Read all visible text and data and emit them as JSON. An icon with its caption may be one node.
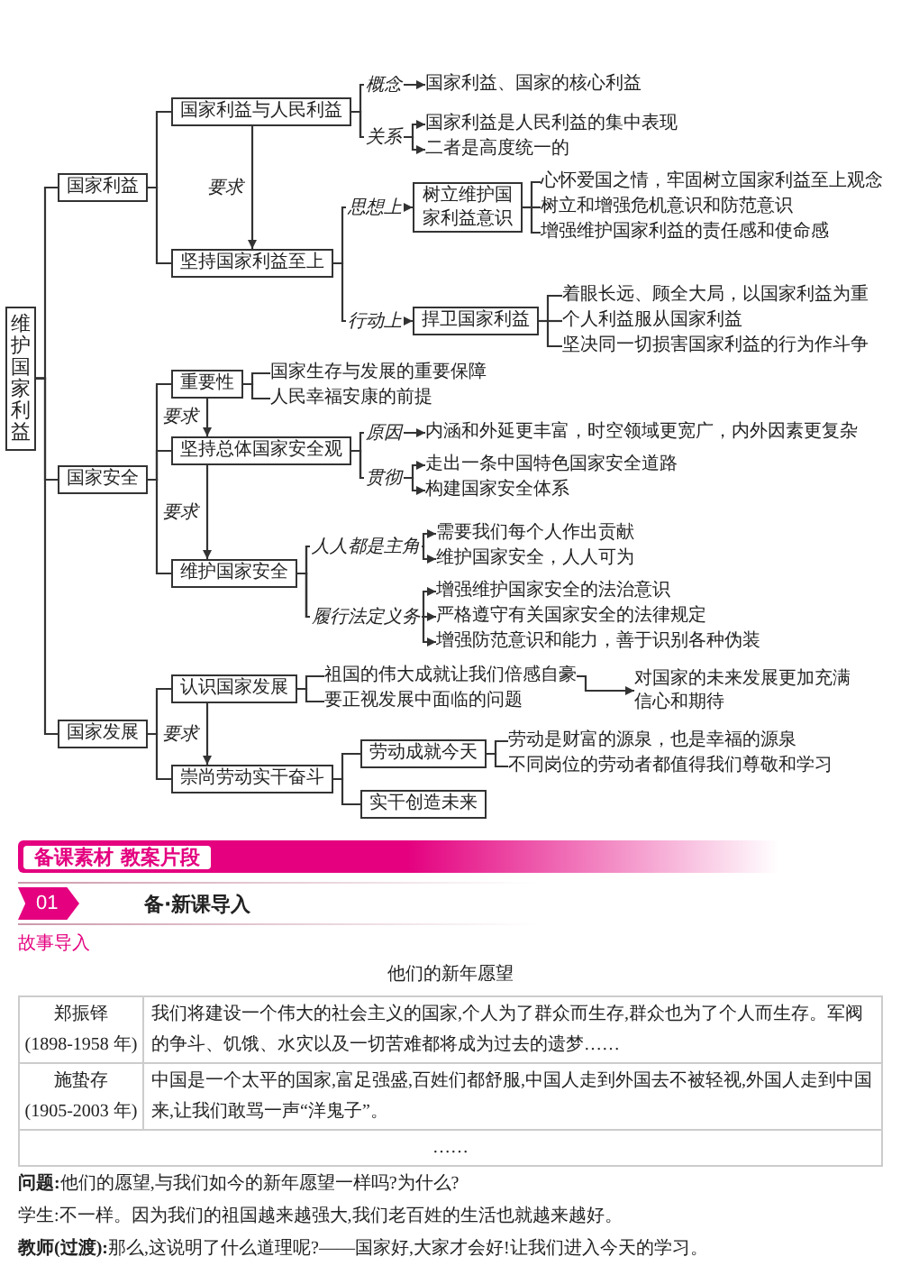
{
  "diagram": {
    "nodes": [
      {
        "text": [
          "维护国家利益"
        ]
      },
      {
        "text": [
          "国家利益"
        ]
      },
      {
        "text": [
          "国家利益与人民利益"
        ]
      },
      {
        "text": [
          "国家利益、国家的核心利益"
        ]
      },
      {
        "text": [
          "国家利益是人民利益的集中表现"
        ]
      },
      {
        "text": [
          "二者是高度统一的"
        ]
      },
      {
        "text": [
          "坚持国家利益至上"
        ]
      },
      {
        "text": [
          "树立维护国家利益意识"
        ]
      },
      {
        "text": [
          "心怀爱国之情，牢固树立国家利益至上观念"
        ]
      },
      {
        "text": [
          "树立和增强危机意识和防范意识"
        ]
      },
      {
        "text": [
          "增强维护国家利益的责任感和使命感"
        ]
      },
      {
        "text": [
          "捍卫国家利益"
        ]
      },
      {
        "text": [
          "着眼长远、顾全大局，以国家利益为重"
        ]
      },
      {
        "text": [
          "个人利益服从国家利益"
        ]
      },
      {
        "text": [
          "坚决同一切损害国家利益的行为作斗争"
        ]
      },
      {
        "text": [
          "国家安全"
        ]
      },
      {
        "text": [
          "重要性"
        ]
      },
      {
        "text": [
          "国家生存与发展的重要保障"
        ]
      },
      {
        "text": [
          "人民幸福安康的前提"
        ]
      },
      {
        "text": [
          "坚持总体国家安全观"
        ]
      },
      {
        "text": [
          "内涵和外延更丰富，时空领域更宽广，内外因素更复杂"
        ]
      },
      {
        "text": [
          "走出一条中国特色国家安全道路"
        ]
      },
      {
        "text": [
          "构建国家安全体系"
        ]
      },
      {
        "text": [
          "维护国家安全"
        ]
      },
      {
        "text": [
          "需要我们每个人作出贡献"
        ]
      },
      {
        "text": [
          "维护国家安全，人人可为"
        ]
      },
      {
        "text": [
          "增强维护国家安全的法治意识"
        ]
      },
      {
        "text": [
          "严格遵守有关国家安全的法律规定"
        ]
      },
      {
        "text": [
          "增强防范意识和能力，善于识别各种伪装"
        ]
      },
      {
        "text": [
          "国家发展"
        ]
      },
      {
        "text": [
          "认识国家发展"
        ]
      },
      {
        "text": [
          "祖国的伟大成就让我们倍感自豪"
        ]
      },
      {
        "text": [
          "要正视发展中面临的问题"
        ]
      },
      {
        "text": [
          "对国家的未来发展更加充满信心和期待"
        ]
      },
      {
        "text": [
          "崇尚劳动实干奋斗"
        ]
      },
      {
        "text": [
          "劳动成就今天"
        ]
      },
      {
        "text": [
          "劳动是财富的源泉，也是幸福的源泉"
        ]
      },
      {
        "text": [
          "不同岗位的劳动者都值得我们尊敬和学习"
        ]
      },
      {
        "text": [
          "实干创造未来"
        ]
      }
    ],
    "edges": [
      {
        "from": 0,
        "to": 1,
        "arrow": "none"
      },
      {
        "from": 0,
        "to": 15,
        "arrow": "none"
      },
      {
        "from": 0,
        "to": 29,
        "arrow": "none"
      },
      {
        "from": 1,
        "to": 2,
        "arrow": "none"
      },
      {
        "from": 1,
        "to": 6,
        "arrow": "none"
      },
      {
        "from": 2,
        "to": 3,
        "arrow": "to",
        "label": "概念"
      },
      {
        "from": 2,
        "to": 4,
        "arrow": "to",
        "label": "关系"
      },
      {
        "from": 2,
        "to": 5,
        "arrow": "to"
      },
      {
        "from": 2,
        "to": 6,
        "arrow": "to",
        "label": "要求"
      },
      {
        "from": 6,
        "to": 7,
        "arrow": "to",
        "label": "思想上"
      },
      {
        "from": 6,
        "to": 11,
        "arrow": "to",
        "label": "行动上"
      },
      {
        "from": 7,
        "to": 8,
        "arrow": "none"
      },
      {
        "from": 7,
        "to": 9,
        "arrow": "none"
      },
      {
        "from": 7,
        "to": 10,
        "arrow": "none"
      },
      {
        "from": 11,
        "to": 12,
        "arrow": "none"
      },
      {
        "from": 11,
        "to": 13,
        "arrow": "none"
      },
      {
        "from": 11,
        "to": 14,
        "arrow": "none"
      },
      {
        "from": 15,
        "to": 16,
        "arrow": "none"
      },
      {
        "from": 15,
        "to": 19,
        "arrow": "none"
      },
      {
        "from": 15,
        "to": 23,
        "arrow": "none"
      },
      {
        "from": 16,
        "to": 17,
        "arrow": "none"
      },
      {
        "from": 16,
        "to": 18,
        "arrow": "none"
      },
      {
        "from": 16,
        "to": 19,
        "arrow": "to",
        "label": "要求"
      },
      {
        "from": 19,
        "to": 20,
        "arrow": "to",
        "label": "原因"
      },
      {
        "from": 19,
        "to": 21,
        "arrow": "to",
        "label": "贯彻"
      },
      {
        "from": 19,
        "to": 22,
        "arrow": "to"
      },
      {
        "from": 19,
        "to": 23,
        "arrow": "to",
        "label": "要求"
      },
      {
        "from": 23,
        "to": 24,
        "arrow": "to",
        "label": "人人都是主角"
      },
      {
        "from": 23,
        "to": 25,
        "arrow": "to"
      },
      {
        "from": 23,
        "to": 26,
        "arrow": "to",
        "label": "履行法定义务"
      },
      {
        "from": 23,
        "to": 27,
        "arrow": "to"
      },
      {
        "from": 23,
        "to": 28,
        "arrow": "to"
      },
      {
        "from": 29,
        "to": 30,
        "arrow": "none"
      },
      {
        "from": 29,
        "to": 34,
        "arrow": "none"
      },
      {
        "from": 30,
        "to": 31,
        "arrow": "none"
      },
      {
        "from": 30,
        "to": 32,
        "arrow": "none"
      },
      {
        "from": 31,
        "to": 33,
        "arrow": "to"
      },
      {
        "from": 30,
        "to": 34,
        "arrow": "to",
        "label": "要求"
      },
      {
        "from": 34,
        "to": 35,
        "arrow": "none"
      },
      {
        "from": 34,
        "to": 38,
        "arrow": "none"
      },
      {
        "from": 35,
        "to": 36,
        "arrow": "none"
      },
      {
        "from": 35,
        "to": 37,
        "arrow": "none"
      }
    ],
    "labels": [
      "备课素材 教案片段",
      "01",
      "备·新课导入",
      "故事导入",
      "他们的新年愿望",
      "郑振铎",
      "(1898-1958 年)",
      "我们将建设一个伟大的社会主义的国家,个人为了群众而生存,群众也为了个人而生存。军阀的争斗、饥饿、水灾以及一切苦难都将成为过去的遗梦……",
      "施蛰存",
      "(1905-2003 年)",
      "中国是一个太平的国家,富足强盛,百姓们都舒服,中国人走到外国去不被轻视,外国人走到中国来,让我们敢骂一声“洋鬼子”。",
      "……",
      "**问题:**他们的愿望,与我们如今的新年愿望一样吗?为什么?",
      "学生:不一样。因为我们的祖国越来越强大,我们老百姓的生活也就越来越好。",
      "**教师(过渡):**那么,这说明了什么道理呢?——国家好,大家才会好!让我们进入今天的学习。"
    ]
  }
}
